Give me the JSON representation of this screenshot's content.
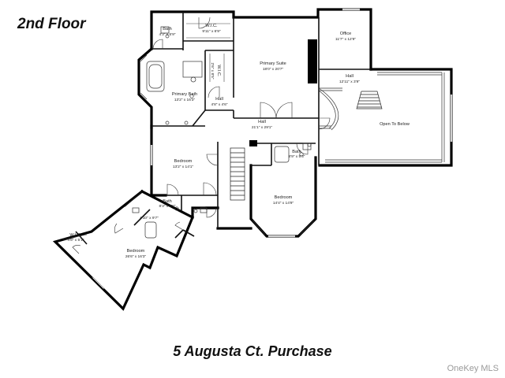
{
  "floor_label": "2nd Floor",
  "address": "5 Augusta Ct. Purchase",
  "watermark": "OneKey MLS",
  "colors": {
    "wall": "#000000",
    "line": "#333333",
    "text": "#222222",
    "background": "#ffffff"
  },
  "rooms": {
    "bath_top": {
      "name": "Bath",
      "dim": "4'3\" x 6'9\""
    },
    "wic_primary": {
      "name": "W.I.C.",
      "dim": "9'11\" x 6'9\""
    },
    "wic_side": {
      "name": "W.I.C.",
      "dim": "2'6\" x 8'5\""
    },
    "primary_suite": {
      "name": "Primary Suite",
      "dim": "18'0\" x 20'7\""
    },
    "office": {
      "name": "Office",
      "dim": "11'7\" x 12'9\""
    },
    "hall_office": {
      "name": "Hall",
      "dim": "12'11\" x 3'9\""
    },
    "primary_bath": {
      "name": "Primary Bath",
      "dim": "13'2\" x 16'3\""
    },
    "hall_small": {
      "name": "Hall",
      "dim": "4'8\" x 4'6\""
    },
    "hall_main": {
      "name": "Hall",
      "dim": "21'1\" x 29'1\""
    },
    "open_to_below": {
      "name": "Open To Below",
      "dim": ""
    },
    "bath_center": {
      "name": "Bath",
      "dim": "8'9\" x 5'3\""
    },
    "bedroom_left": {
      "name": "Bedroom",
      "dim": "13'2\" x 14'1\""
    },
    "bedroom_right": {
      "name": "Bedroom",
      "dim": "14'4\" x 14'9\""
    },
    "bath_lower": {
      "name": "Bath",
      "dim": "8'3\" x 5'9\""
    },
    "bath_lower_b": {
      "name": "",
      "dim": "4'10\" x 9'7\""
    },
    "wic_lower": {
      "name": "W.I.C.",
      "dim": "4'8\" x 5'1\""
    },
    "bedroom_large": {
      "name": "Bedroom",
      "dim": "26'6\" x 16'3\""
    }
  }
}
